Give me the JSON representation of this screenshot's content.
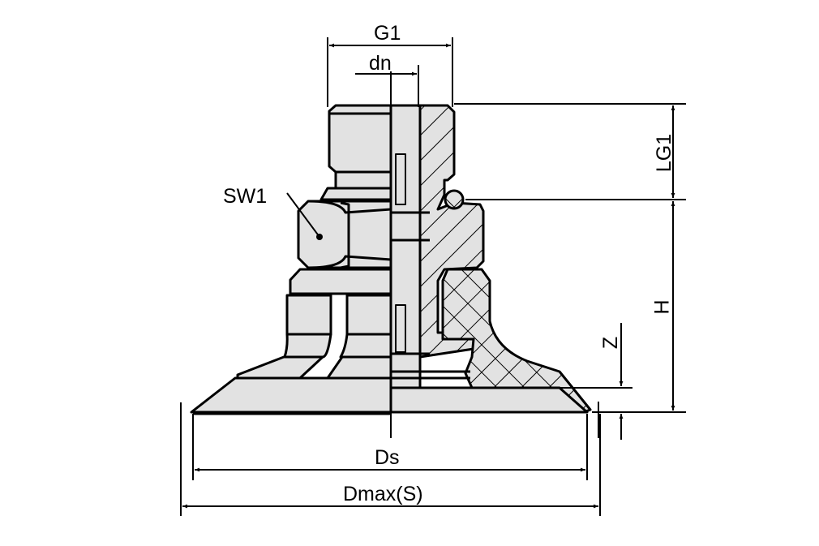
{
  "drawing": {
    "subject": "Suction cup with fitting, half section view",
    "fill_color": "#e2e2e2",
    "line_color": "#000000",
    "background": "#ffffff"
  },
  "labels": {
    "g1": "G1",
    "dn": "dn",
    "sw1": "SW1",
    "lg1": "LG1",
    "h": "H",
    "z": "Z",
    "ds": "Ds",
    "dmax": "Dmax(S)"
  }
}
